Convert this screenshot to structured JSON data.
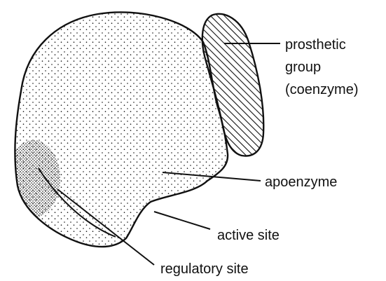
{
  "diagram": {
    "labels": {
      "prosthetic_line1": "prosthetic",
      "prosthetic_line2": "group",
      "prosthetic_line3": "(coenzyme)",
      "apoenzyme": "apoenzyme",
      "active_site": "active site",
      "regulatory_site": "regulatory site"
    },
    "colors": {
      "ink": "#111111",
      "background": "#ffffff"
    }
  }
}
